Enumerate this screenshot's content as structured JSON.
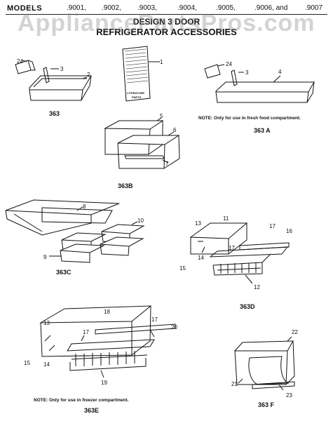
{
  "header": {
    "models_label": "MODELS",
    "models": [
      ".9001,",
      ".9002,",
      ".9003,",
      ".9004,",
      ".9005,",
      ".9006, and",
      ".9007"
    ],
    "title_line1": "DESIGN 3 DOOR",
    "title_line2": "REFRIGERATOR ACCESSORIES"
  },
  "watermark": "AppliancePartsPros.com",
  "figures": {
    "f363": "363",
    "f363a": "363 A",
    "f363b": "363B",
    "f363c": "363C",
    "f363d": "363D",
    "f363e": "363E",
    "f363f": "363 F"
  },
  "notes": {
    "fresh_food": "NOTE: Only for use in fresh food compartment.",
    "freezer": "NOTE: Only for use in freezer compartment."
  },
  "booklet": {
    "line1": "LITERATURE",
    "line2": "PARTS"
  },
  "callouts": {
    "c1": "1",
    "c2": "2",
    "c3a": "3",
    "c3b": "3",
    "c4": "4",
    "c5": "5",
    "c6": "6",
    "c7": "7",
    "c8": "8",
    "c9": "9",
    "c10": "10",
    "c11": "11",
    "c12": "12",
    "c13a": "13",
    "c13b": "13",
    "c14a": "14",
    "c14b": "14",
    "c15a": "15",
    "c15b": "15",
    "c16": "16",
    "c17a": "17",
    "c17b": "17",
    "c17c": "17",
    "c17d": "17",
    "c18": "18",
    "c19": "19",
    "c20": "20",
    "c21": "21",
    "c22": "22",
    "c23": "23",
    "c24a": "24",
    "c24b": "24"
  }
}
